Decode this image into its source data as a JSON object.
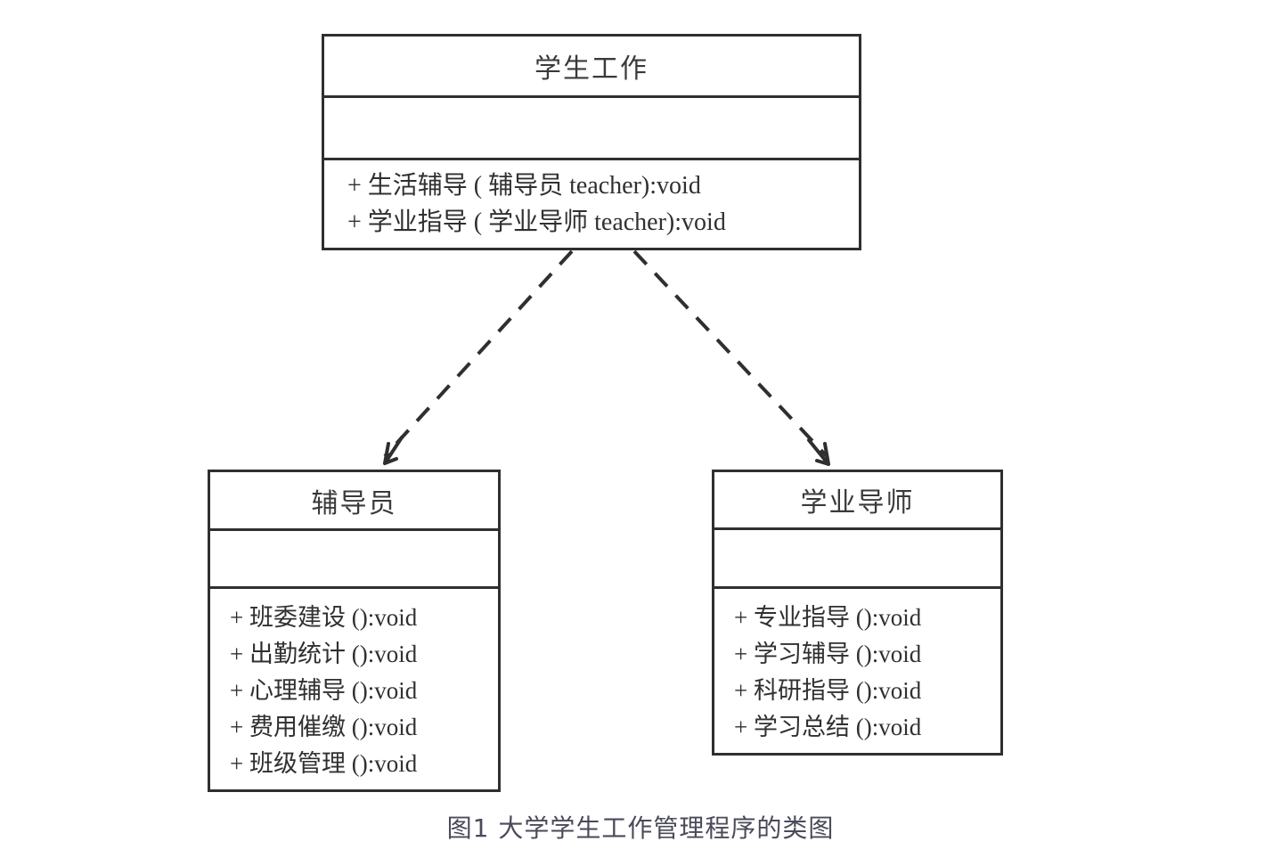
{
  "figure": {
    "caption": "图1 大学学生工作管理程序的类图",
    "background_color": "#ffffff",
    "line_color": "#2f2f2f",
    "text_color": "#303030"
  },
  "classes": {
    "student_work": {
      "name": "学生工作",
      "attributes": [],
      "operations": [
        "+ 生活辅导 ( 辅导员 teacher):void",
        "+ 学业指导 ( 学业导师 teacher):void"
      ]
    },
    "counselor": {
      "name": "辅导员",
      "attributes": [],
      "operations": [
        "+ 班委建设 ():void",
        "+ 出勤统计 ():void",
        "+ 心理辅导 ():void",
        "+ 费用催缴 ():void",
        "+ 班级管理 ():void"
      ]
    },
    "academic_advisor": {
      "name": "学业导师",
      "attributes": [],
      "operations": [
        "+ 专业指导 ():void",
        "+ 学习辅导 ():void",
        "+ 科研指导 ():void",
        "+ 学习总结 ():void"
      ]
    }
  },
  "relationships": [
    {
      "type": "dependency",
      "style": "dashed",
      "arrowhead": "open",
      "from": "student_work",
      "to": "counselor"
    },
    {
      "type": "dependency",
      "style": "dashed",
      "arrowhead": "open",
      "from": "student_work",
      "to": "academic_advisor"
    }
  ]
}
